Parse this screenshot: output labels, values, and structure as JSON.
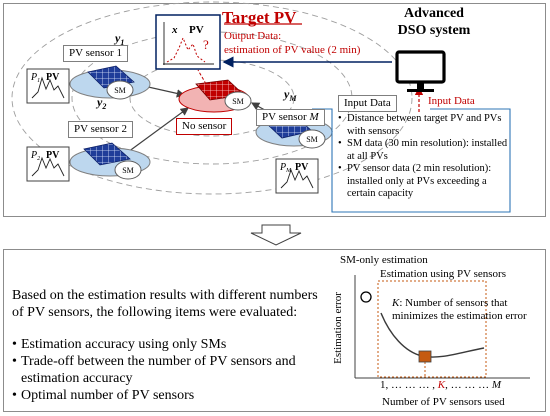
{
  "top": {
    "target_pv": "Target PV",
    "system_title_1": "Advanced",
    "system_title_2": "DSO system",
    "output_data_label": "Output Data:",
    "output_data_value": "estimation of PV value (2 min)",
    "input_data_red": "Input Data",
    "input_data_box": "Input Data",
    "no_sensor": "No sensor",
    "sensors": [
      {
        "label": "PV sensor 1",
        "y": "y",
        "y_sub": "1",
        "p": "P",
        "p_sub": "1"
      },
      {
        "label": "PV sensor 2",
        "y": "y",
        "y_sub": "2",
        "p": "P",
        "p_sub": "2"
      },
      {
        "label": "PV sensor ",
        "label_var": "M",
        "y": "y",
        "y_sub": "M",
        "p": "P",
        "p_sub": "M"
      }
    ],
    "pv_text": "PV",
    "sm_text": "SM",
    "graph_x": "x",
    "graph_pv": "PV",
    "graph_q": "?",
    "input_items": [
      "Distance between target PV and PVs with sensors",
      "SM data (30 min resolution): installed at all PVs",
      "PV sensor data (2 min resolution): installed only at PVs exceeding a certain capacity"
    ]
  },
  "bottom": {
    "intro": "Based on the estimation results with different numbers of PV sensors, the following items were evaluated:",
    "items": [
      "Estimation accuracy using only SMs",
      "Trade-off between the number of PV sensors and estimation accuracy",
      "Optimal number of PV sensors"
    ],
    "graph": {
      "sm_only": "SM-only estimation",
      "using_pv": "Estimation using PV sensors",
      "k_note_var": "K",
      "k_note_rest": ": Number of sensors that",
      "k_note_line2": "minimizes the estimation error",
      "ylabel": "Estimation error",
      "xlabel": "Number of PV sensors used",
      "tick_start": "1, … … … ,",
      "tick_k": "K",
      "tick_mid": ", … … …",
      "tick_m": "M"
    }
  },
  "colors": {
    "accent_red": "#c00000",
    "panel_blue": "#002060",
    "ellipse_blue": "#bdd7ee",
    "ring_gray": "#9e9e9e",
    "curve": "#3a3a3a",
    "optimum": "#c55a11",
    "input_border": "#2e75b6"
  }
}
